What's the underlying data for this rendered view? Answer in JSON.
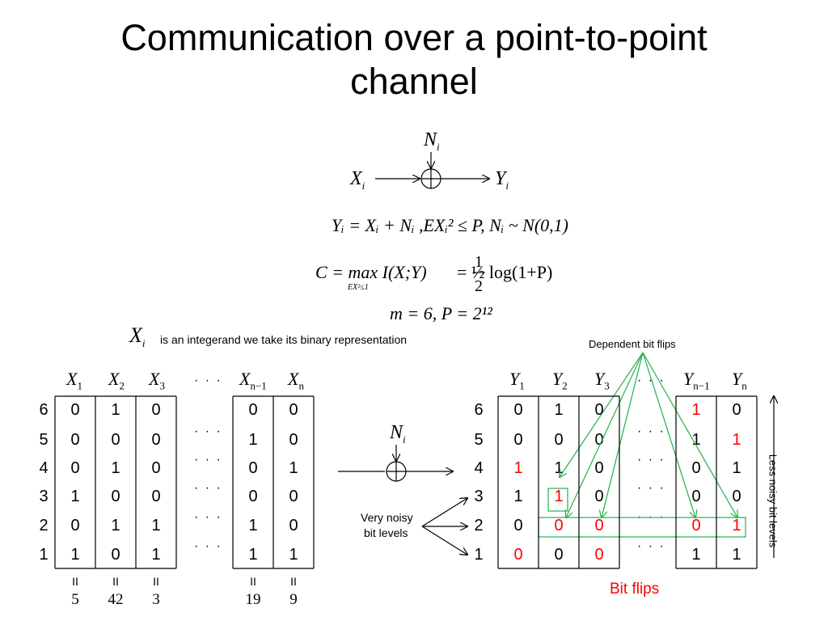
{
  "slide": {
    "title_line1": "Communication over a point-to-point",
    "title_line2": "channel"
  },
  "channel": {
    "noise": "N",
    "noise_sub": "i",
    "input": "X",
    "input_sub": "i",
    "output": "Y",
    "output_sub": "i"
  },
  "equations": {
    "model": "Yᵢ = Xᵢ + Nᵢ ,EXᵢ² ≤ P, Nᵢ ~ N(0,1)",
    "capacity_lhs": "C = max I(X;Y)",
    "capacity_sub": "EX²≤1",
    "capacity_rhs": "= ½ log(1+P)",
    "params": "m = 6, P = 2¹²"
  },
  "notes": {
    "integer_note": "is an integerand we take its binary representation",
    "dependent": "Dependent bit flips",
    "very_noisy_1": "Very noisy",
    "very_noisy_2": "bit levels",
    "less_noisy": "Less noisy bit levels",
    "bit_flips": "Bit flips",
    "dots": "· · ·"
  },
  "left_table": {
    "headers": [
      "X1",
      "X2",
      "X3",
      "Xn−1",
      "Xn"
    ],
    "row_labels": [
      "6",
      "5",
      "4",
      "3",
      "2",
      "1"
    ],
    "rows": [
      [
        "0",
        "1",
        "0",
        "0",
        "0"
      ],
      [
        "0",
        "0",
        "0",
        "1",
        "0"
      ],
      [
        "0",
        "1",
        "0",
        "0",
        "1"
      ],
      [
        "1",
        "0",
        "0",
        "0",
        "0"
      ],
      [
        "0",
        "1",
        "1",
        "1",
        "0"
      ],
      [
        "1",
        "0",
        "1",
        "1",
        "1"
      ]
    ],
    "eq_sign": "II",
    "decimals": [
      "5",
      "42",
      "3",
      "19",
      "9"
    ]
  },
  "right_table": {
    "headers": [
      "Y1",
      "Y2",
      "Y3",
      "Yn−1",
      "Yn"
    ],
    "row_labels": [
      "6",
      "5",
      "4",
      "3",
      "2",
      "1"
    ],
    "rows": [
      [
        "0",
        "1",
        "0",
        "1",
        "0"
      ],
      [
        "0",
        "0",
        "0",
        "1",
        "1"
      ],
      [
        "1",
        "1",
        "0",
        "0",
        "1"
      ],
      [
        "1",
        "1",
        "0",
        "0",
        "0"
      ],
      [
        "0",
        "0",
        "0",
        "0",
        "1"
      ],
      [
        "0",
        "0",
        "0",
        "1",
        "1"
      ]
    ],
    "flipped": [
      [
        false,
        false,
        false,
        true,
        false
      ],
      [
        false,
        false,
        false,
        false,
        true
      ],
      [
        true,
        false,
        false,
        false,
        false
      ],
      [
        false,
        true,
        false,
        false,
        false
      ],
      [
        false,
        true,
        true,
        true,
        true
      ],
      [
        true,
        false,
        true,
        false,
        false
      ]
    ]
  },
  "colors": {
    "green": "#22b14c",
    "red": "#ff0000",
    "black": "#000000"
  }
}
